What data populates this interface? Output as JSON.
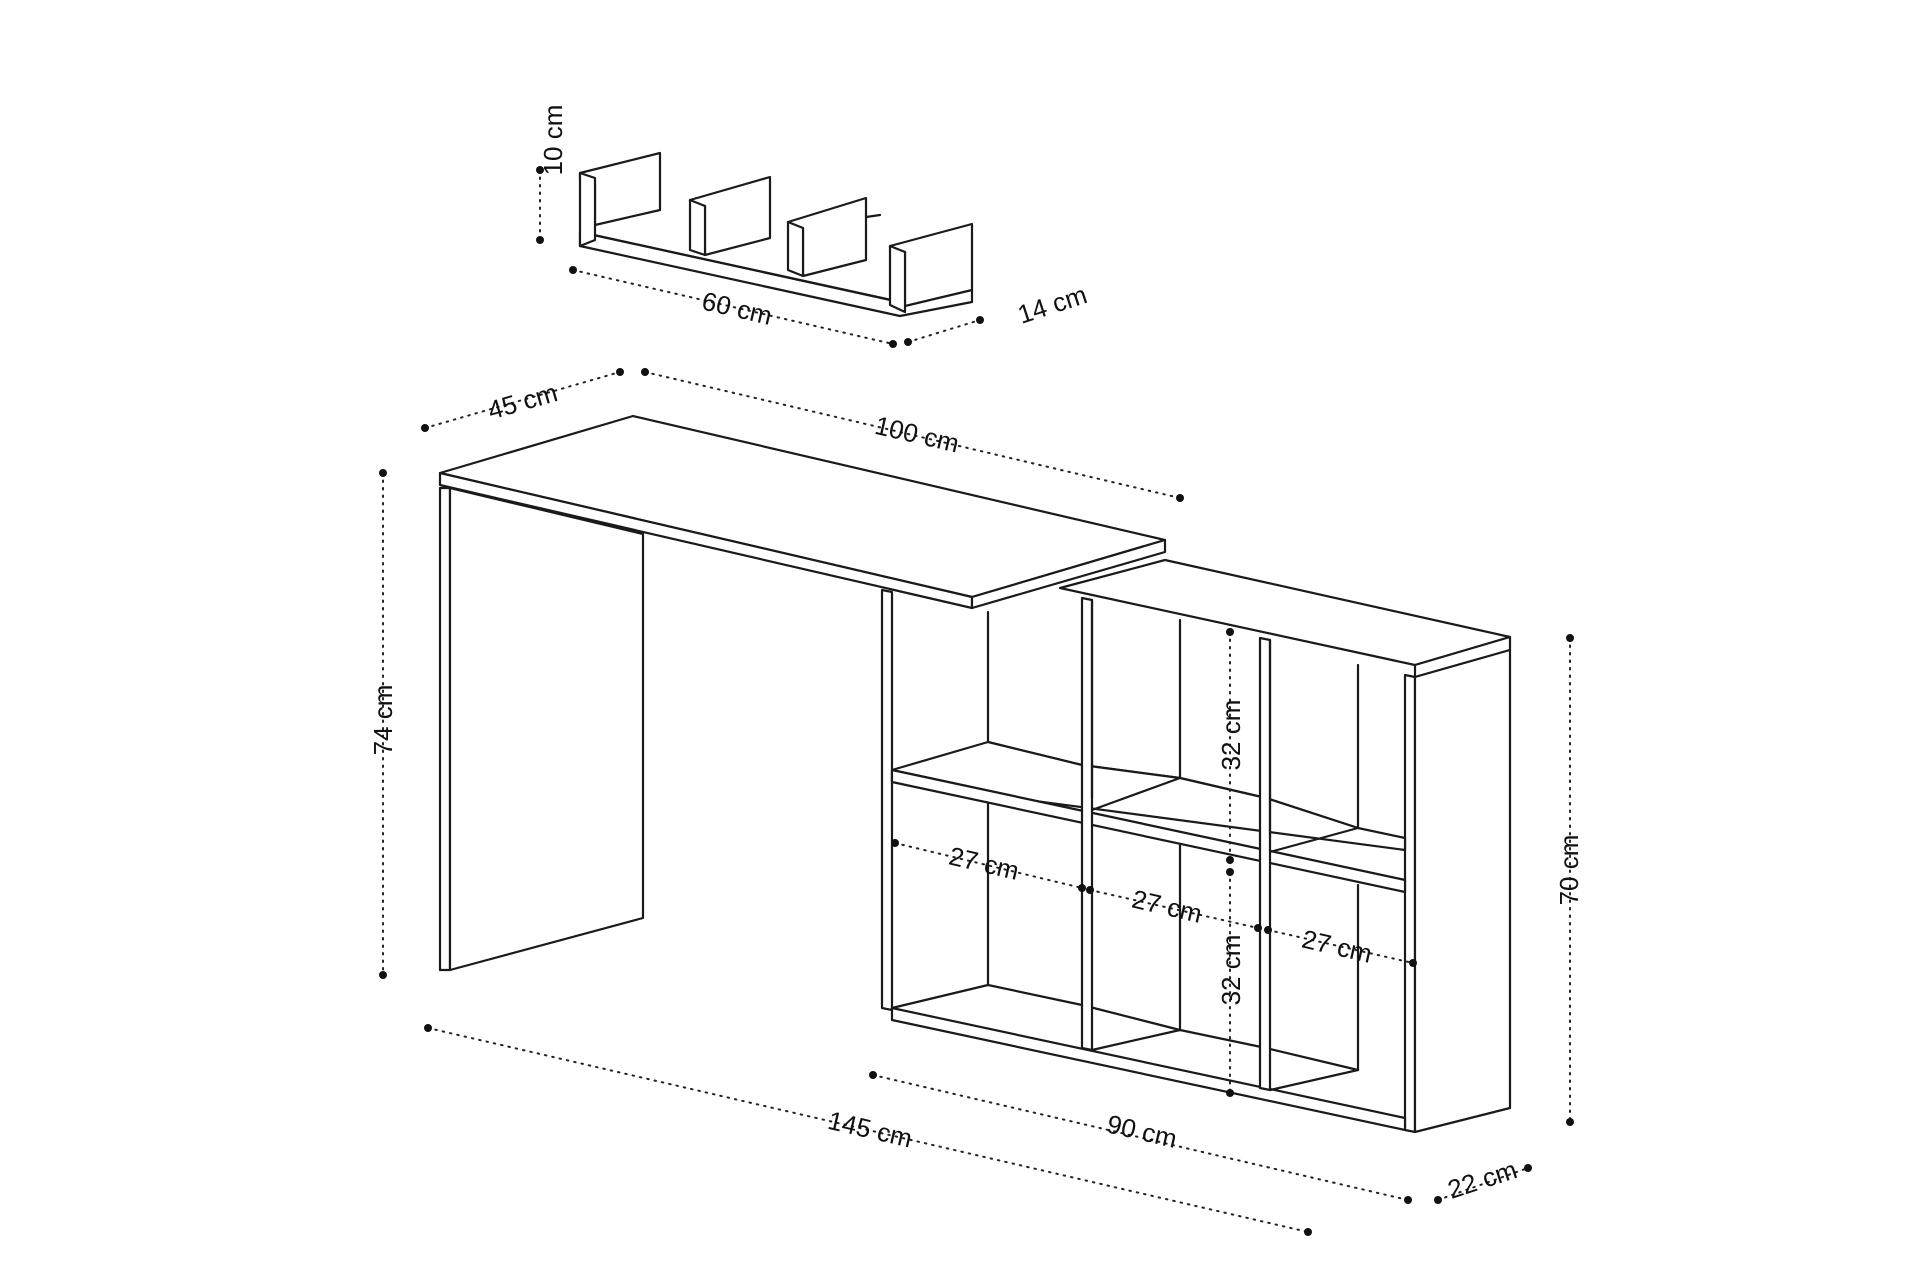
{
  "dimensions": {
    "shelf_height": "10 cm",
    "shelf_width": "60 cm",
    "shelf_depth": "14 cm",
    "desk_depth": "45 cm",
    "desk_top_length": "100 cm",
    "desk_height": "74 cm",
    "total_length": "145 cm",
    "bookcase_width": "90 cm",
    "bookcase_depth": "22 cm",
    "bookcase_height": "70 cm",
    "compartment_height_upper": "32 cm",
    "compartment_height_lower": "32 cm",
    "compartment_width_left": "27 cm",
    "compartment_width_middle": "27 cm",
    "compartment_width_right": "27 cm"
  },
  "colors": {
    "outline": "#1a1a1a",
    "background": "#ffffff"
  }
}
